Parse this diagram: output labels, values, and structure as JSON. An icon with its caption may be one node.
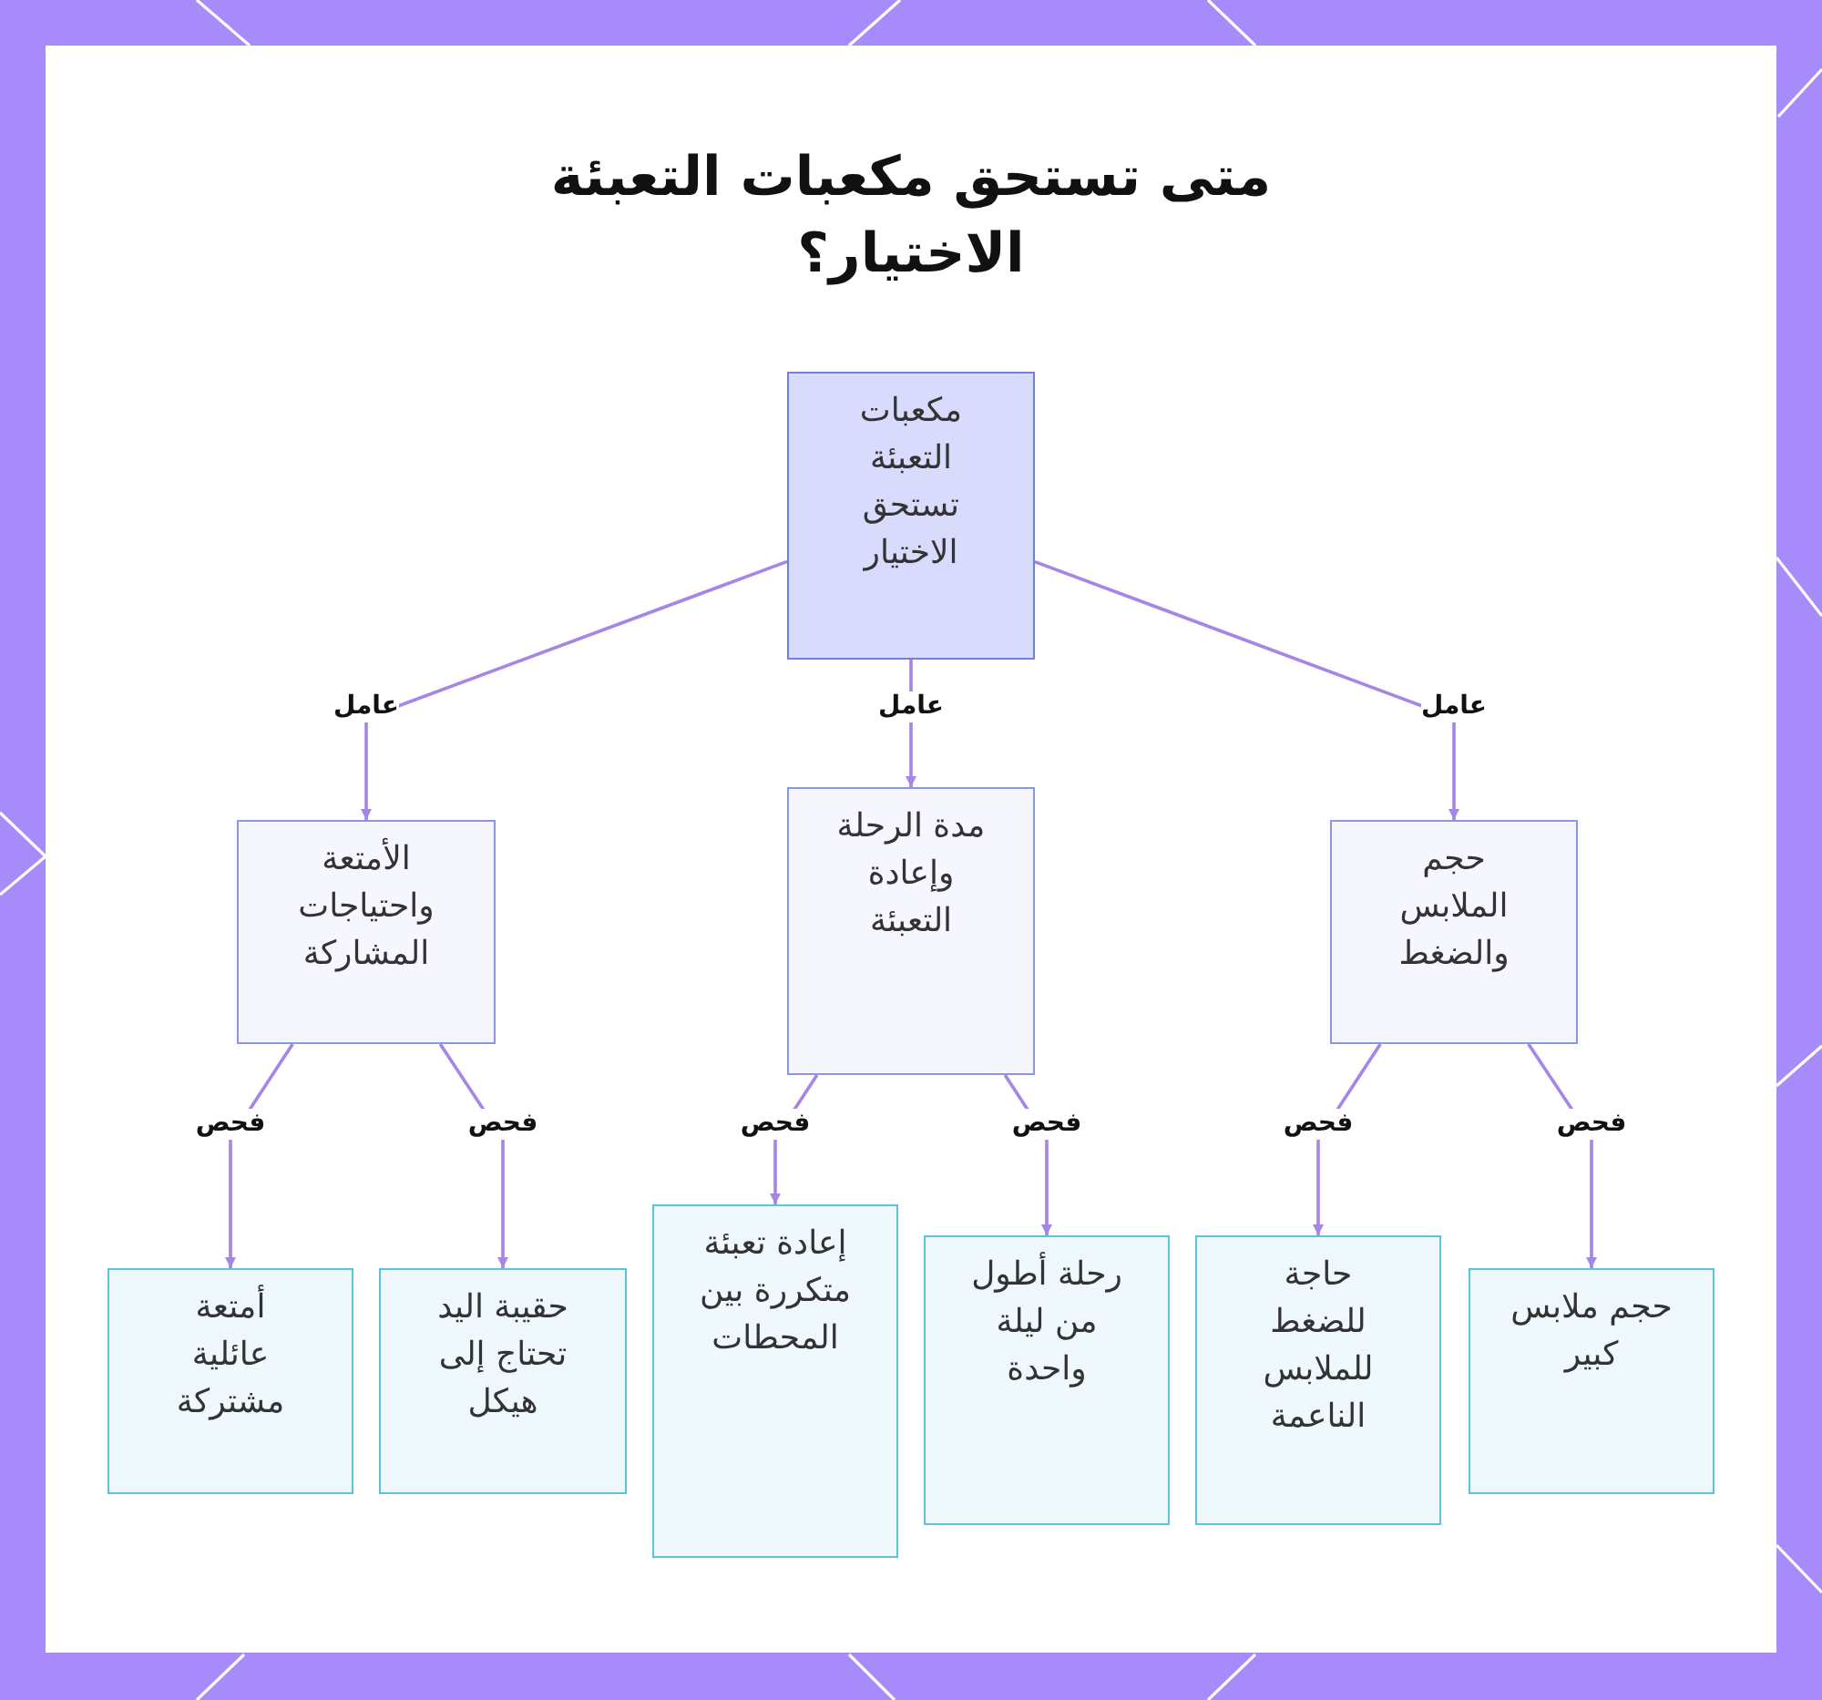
{
  "diagram": {
    "title": "متى تستحق مكعبات التعبئة الاختيار؟",
    "nodes": [
      {
        "text": [
          "مكعبات التعبئة تستحق الاختيار"
        ]
      },
      {
        "text": [
          "حجم الملابس والضغط"
        ]
      },
      {
        "text": [
          "مدة الرحلة وإعادة التعبئة"
        ]
      },
      {
        "text": [
          "الأمتعة واحتياجات المشاركة"
        ]
      },
      {
        "text": [
          "حجم ملابس كبير"
        ]
      },
      {
        "text": [
          "حاجة للضغط للملابس الناعمة"
        ]
      },
      {
        "text": [
          "رحلة أطول من ليلة واحدة"
        ]
      },
      {
        "text": [
          "إعادة تعبئة متكررة بين المحطات"
        ]
      },
      {
        "text": [
          "حقيبة اليد تحتاج إلى هيكل"
        ]
      },
      {
        "text": [
          "أمتعة عائلية مشتركة"
        ]
      }
    ],
    "edges": [
      {
        "from": 0,
        "to": 1,
        "arrow": "to",
        "label": "عامل"
      },
      {
        "from": 0,
        "to": 2,
        "arrow": "to",
        "label": "عامل"
      },
      {
        "from": 0,
        "to": 3,
        "arrow": "to",
        "label": "عامل"
      },
      {
        "from": 1,
        "to": 4,
        "arrow": "to",
        "label": "فحص"
      },
      {
        "from": 1,
        "to": 5,
        "arrow": "to",
        "label": "فحص"
      },
      {
        "from": 2,
        "to": 6,
        "arrow": "to",
        "label": "فحص"
      },
      {
        "from": 2,
        "to": 7,
        "arrow": "to",
        "label": "فحص"
      },
      {
        "from": 3,
        "to": 8,
        "arrow": "to",
        "label": "فحص"
      },
      {
        "from": 3,
        "to": 9,
        "arrow": "to",
        "label": "فحص"
      }
    ]
  }
}
